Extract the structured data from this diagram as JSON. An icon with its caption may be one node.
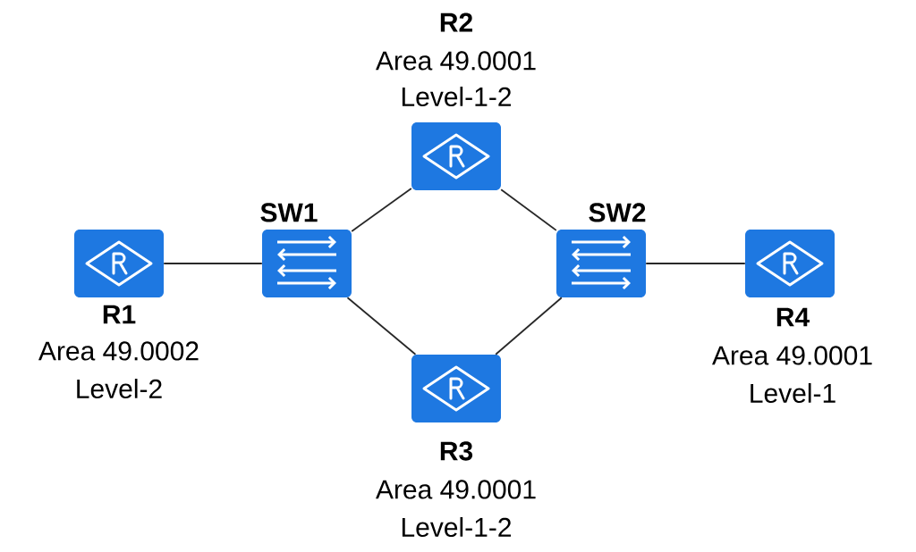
{
  "diagram": {
    "nodes": [
      {
        "text": [
          "R1",
          "Area 49.0002",
          "Level-2"
        ]
      },
      {
        "text": [
          "SW1"
        ]
      },
      {
        "text": [
          "R2",
          "Area 49.0001",
          "Level-1-2"
        ]
      },
      {
        "text": [
          "R3",
          "Area 49.0001",
          "Level-1-2"
        ]
      },
      {
        "text": [
          "SW2"
        ]
      },
      {
        "text": [
          "R4",
          "Area 49.0001",
          "Level-1"
        ]
      }
    ],
    "edges": [
      {
        "from": 0,
        "to": 1,
        "arrow": "none"
      },
      {
        "from": 1,
        "to": 2,
        "arrow": "none"
      },
      {
        "from": 1,
        "to": 3,
        "arrow": "none"
      },
      {
        "from": 2,
        "to": 4,
        "arrow": "none"
      },
      {
        "from": 3,
        "to": 4,
        "arrow": "none"
      },
      {
        "from": 4,
        "to": 5,
        "arrow": "none"
      }
    ]
  }
}
